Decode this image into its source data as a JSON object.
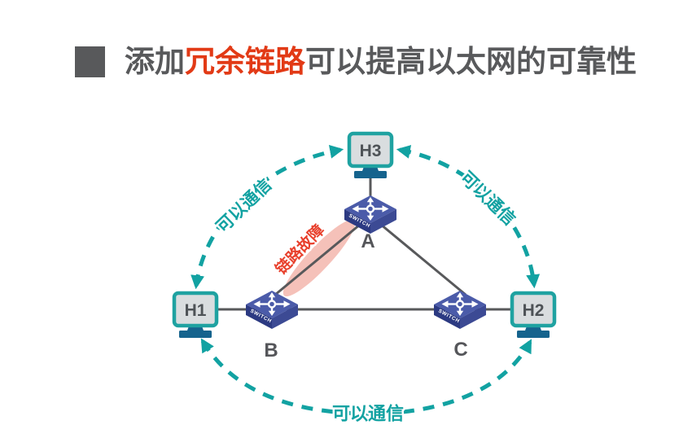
{
  "title": {
    "prefix": "添加",
    "highlight": "冗余链路",
    "suffix": "可以提高以太网的可靠性",
    "text_color": "#58595b",
    "highlight_color": "#e23a16"
  },
  "diagram": {
    "hosts": [
      {
        "label": "H3"
      },
      {
        "label": "H1"
      },
      {
        "label": "H2"
      }
    ],
    "switches": [
      {
        "label": "A",
        "device_text": "SWITCH"
      },
      {
        "label": "B",
        "device_text": "SWITCH"
      },
      {
        "label": "C",
        "device_text": "SWITCH"
      }
    ],
    "comm_labels": {
      "top_left": "可以通信",
      "top_right": "可以通信",
      "bottom": "可以通信"
    },
    "failure_label": "链路故障",
    "colors": {
      "teal": "#12a2a2",
      "link_gray": "#58595b",
      "failure_red": "#e8402c",
      "highlight_pink": "#ec8473",
      "switch_top_blue": "#4b5ba9",
      "switch_side_blue": "#2c3a82",
      "monitor_border_teal": "#1fa2a1",
      "monitor_screen_gray": "#d9dddf",
      "stand_blue": "#15638d"
    }
  }
}
